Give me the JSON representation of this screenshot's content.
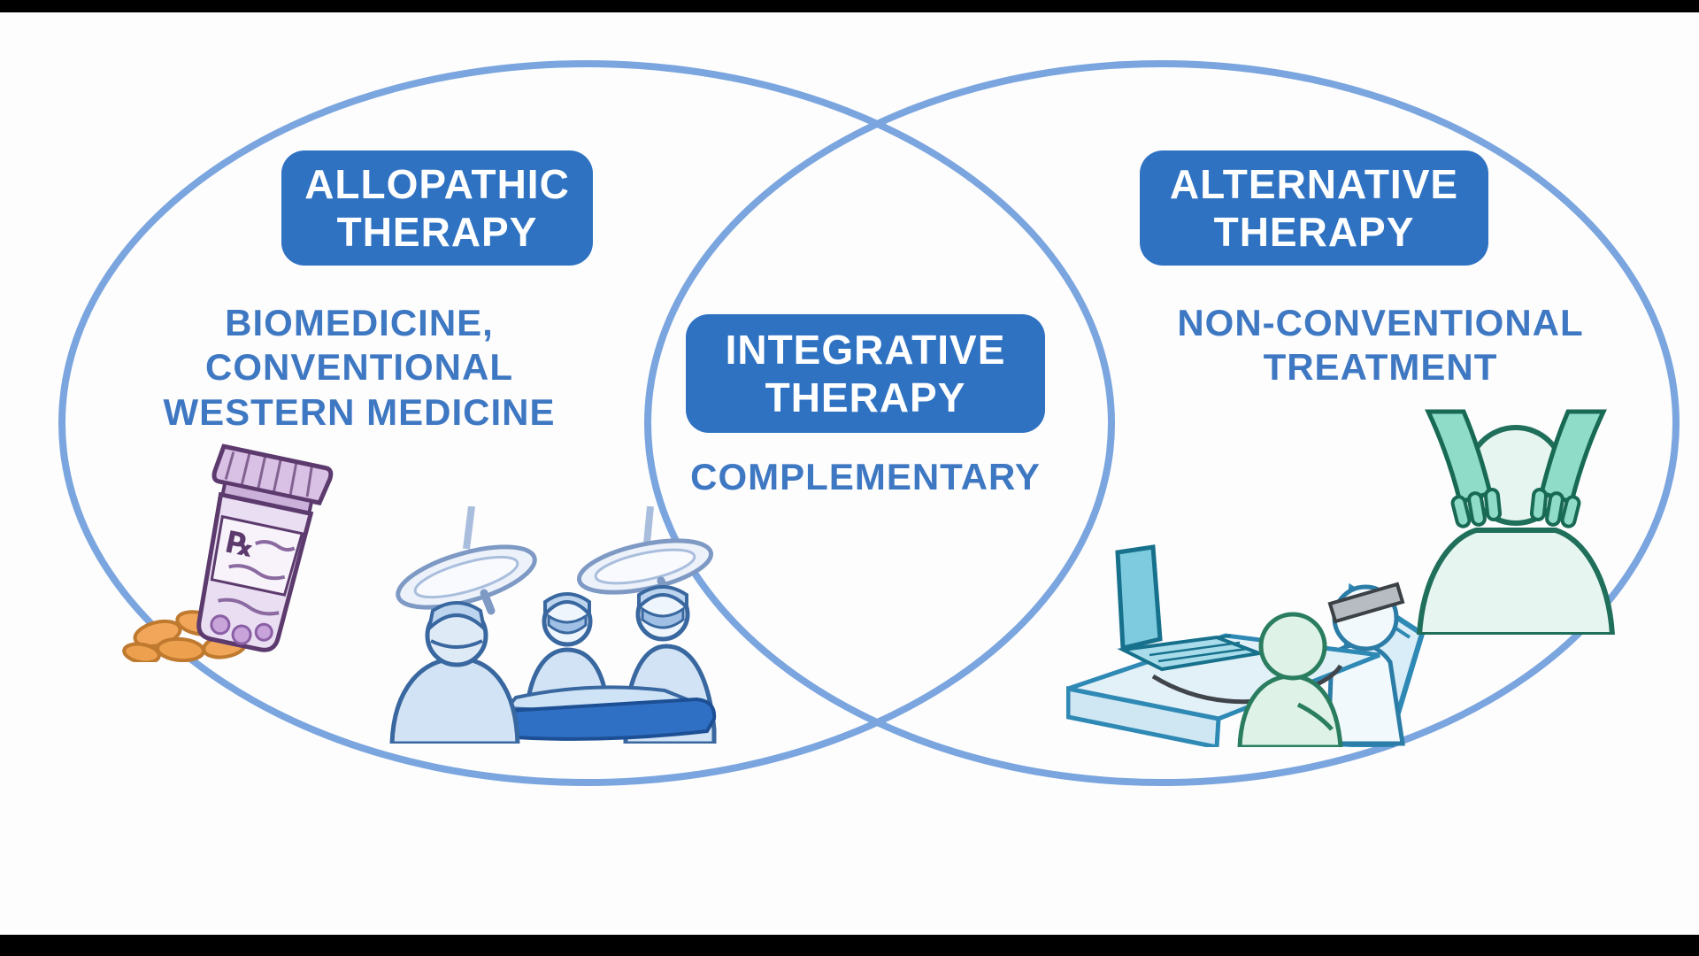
{
  "colors": {
    "badge_background": "#2f72c2",
    "label_text": "#3f78c2",
    "circle_outline": "#7aa5de",
    "letterbox": "#000000"
  },
  "venn": {
    "left": {
      "badge_lines": [
        "ALLOPATHIC",
        "THERAPY"
      ],
      "description_lines": [
        "BIOMEDICINE,",
        "CONVENTIONAL",
        "WESTERN MEDICINE"
      ],
      "illustrations": [
        "prescription-pill-bottle",
        "surgical-operation"
      ]
    },
    "overlap": {
      "badge_lines": [
        "INTEGRATIVE",
        "THERAPY"
      ],
      "description_lines": [
        "COMPLEMENTARY"
      ]
    },
    "right": {
      "badge_lines": [
        "ALTERNATIVE",
        "THERAPY"
      ],
      "description_lines": [
        "NON-CONVENTIONAL",
        "TREATMENT"
      ],
      "illustrations": [
        "biofeedback-session",
        "shoulder-massage"
      ]
    }
  }
}
